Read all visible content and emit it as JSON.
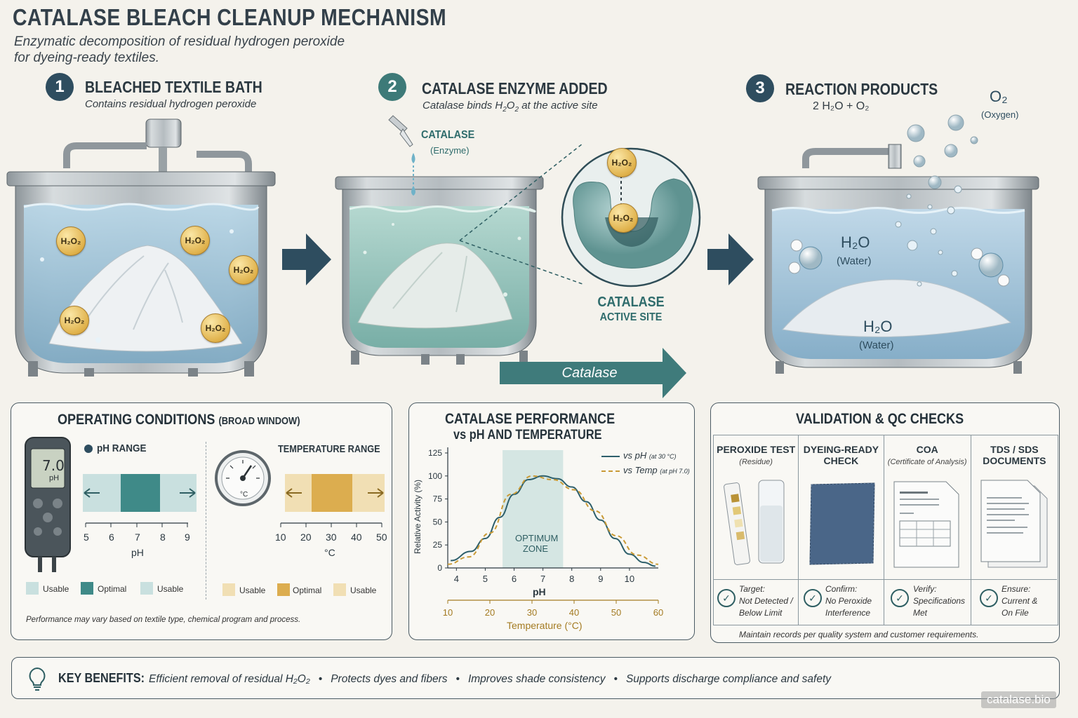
{
  "header": {
    "title": "CATALASE BLEACH CLEANUP MECHANISM",
    "subtitle_line1": "Enzymatic decomposition of residual hydrogen peroxide",
    "subtitle_line2": "for dyeing-ready textiles."
  },
  "steps": [
    {
      "num": "1",
      "title": "BLEACHED TEXTILE BATH",
      "sub": "Contains residual hydrogen peroxide"
    },
    {
      "num": "2",
      "title": "CATALASE ENZYME ADDED",
      "sub_pre": "Catalase binds H",
      "sub_mid": "O",
      "sub_post": " at the active site"
    },
    {
      "num": "3",
      "title": "REACTION PRODUCTS",
      "sub": "2 H₂O + O₂"
    }
  ],
  "molecule_label": "H₂O₂",
  "catalase_drop": {
    "title": "CATALASE",
    "sub": "(Enzyme)"
  },
  "active_site": {
    "line1": "CATALASE",
    "line2": "ACTIVE SITE"
  },
  "flow_arrow_label": "Catalase",
  "products": {
    "oxygen": "O₂",
    "oxygen_sub": "(Oxygen)",
    "water": "H₂O",
    "water_sub": "(Water)"
  },
  "operating": {
    "title": "OPERATING CONDITIONS",
    "title_note": "(BROAD WINDOW)",
    "meter_value": "7.0",
    "meter_unit": "pH",
    "ph_title": "pH RANGE",
    "ph_ticks": [
      "5",
      "6",
      "7",
      "8",
      "9"
    ],
    "ph_unit": "pH",
    "gauge_unit": "°C",
    "temp_title": "TEMPERATURE RANGE",
    "temp_ticks": [
      "10",
      "20",
      "30",
      "40",
      "50"
    ],
    "temp_unit": "°C",
    "legend": [
      "Usable",
      "Optimal",
      "Usable"
    ],
    "colors": {
      "ph_light": "#c9e0df",
      "ph_optimal": "#3f8a88",
      "temp_light": "#f1dfb4",
      "temp_optimal": "#dcad4f"
    },
    "note": "Performance may vary based on textile type, chemical program and process."
  },
  "chart_data": {
    "type": "line",
    "title_line1": "CATALASE PERFORMANCE",
    "title_line2": "vs pH AND TEMPERATURE",
    "ylabel": "Relative Activity (%)",
    "ylim": [
      0,
      125
    ],
    "yticks": [
      "0",
      "25",
      "50",
      "75",
      "100",
      "125"
    ],
    "x_ph": {
      "label": "pH",
      "range": [
        3.7,
        11
      ],
      "ticks": [
        "4",
        "5",
        "6",
        "7",
        "8",
        "9",
        "10"
      ]
    },
    "x_temp": {
      "label": "Temperature (°C)",
      "range": [
        10,
        60
      ],
      "ticks": [
        "10",
        "20",
        "30",
        "40",
        "50",
        "60"
      ]
    },
    "optimum_zone": {
      "label_line1": "OPTIMUM",
      "label_line2": "ZONE",
      "ph_range": [
        5.6,
        7.7
      ]
    },
    "series": [
      {
        "name": "vs pH",
        "note": "(at 30 °C)",
        "axis": "ph",
        "color": "#2d5f6b",
        "style": "solid",
        "x": [
          3.8,
          4.5,
          5.0,
          5.5,
          6.0,
          6.5,
          7.0,
          7.5,
          8.0,
          8.5,
          9.0,
          9.5,
          10.0,
          10.5,
          10.9
        ],
        "y": [
          8,
          18,
          32,
          55,
          80,
          96,
          100,
          97,
          88,
          72,
          52,
          32,
          15,
          6,
          2
        ]
      },
      {
        "name": "vs Temp",
        "note": "(at pH 7.0)",
        "axis": "temp",
        "color": "#c99a35",
        "style": "dashed",
        "x": [
          10,
          15,
          20,
          25,
          30,
          35,
          40,
          45,
          50,
          55,
          60
        ],
        "y": [
          4,
          12,
          38,
          80,
          100,
          96,
          85,
          62,
          35,
          14,
          4
        ]
      }
    ]
  },
  "validation": {
    "title": "VALIDATION & QC CHECKS",
    "cols": [
      {
        "head1": "PEROXIDE TEST",
        "head2": "",
        "sub": "(Residue)",
        "foot": [
          "Target:",
          "Not Detected /",
          "Below Limit"
        ]
      },
      {
        "head1": "DYEING-READY",
        "head2": "CHECK",
        "sub": "",
        "foot": [
          "Confirm:",
          "No Peroxide",
          "Interference"
        ]
      },
      {
        "head1": "COA",
        "head2": "",
        "sub": "(Certificate of Analysis)",
        "foot": [
          "Verify:",
          "Specifications",
          "Met"
        ]
      },
      {
        "head1": "TDS / SDS",
        "head2": "DOCUMENTS",
        "sub": "",
        "foot": [
          "Ensure:",
          "Current &",
          "On File"
        ]
      }
    ],
    "note": "Maintain records per quality system and customer requirements."
  },
  "benefits": {
    "label": "KEY BENEFITS:",
    "items": [
      "Efficient removal of residual H₂O₂",
      "Protects dyes and fibers",
      "Improves shade consistency",
      "Supports discharge compliance and safety"
    ],
    "sep": "•"
  },
  "watermark": "catalase.bio"
}
